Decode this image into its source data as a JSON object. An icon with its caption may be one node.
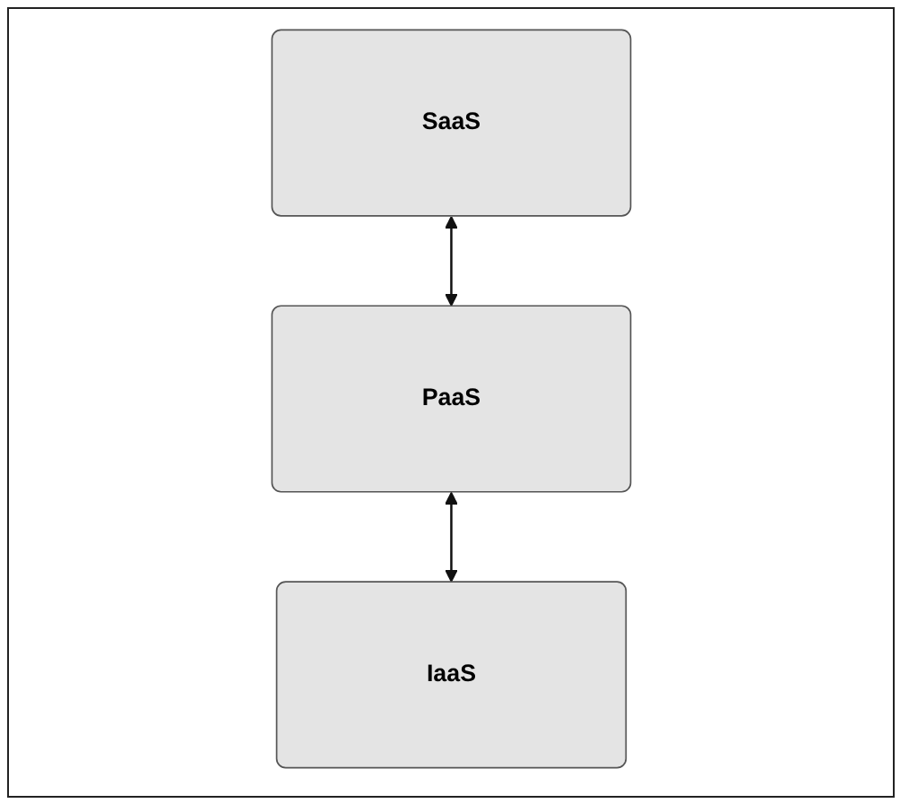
{
  "diagram": {
    "nodes": [
      {
        "text": [
          "SaaS"
        ]
      },
      {
        "text": [
          "PaaS"
        ]
      },
      {
        "text": [
          "IaaS"
        ]
      }
    ],
    "edges": [
      {
        "from": 0,
        "to": 1,
        "arrow": "both"
      },
      {
        "from": 1,
        "to": 2,
        "arrow": "both"
      }
    ]
  }
}
